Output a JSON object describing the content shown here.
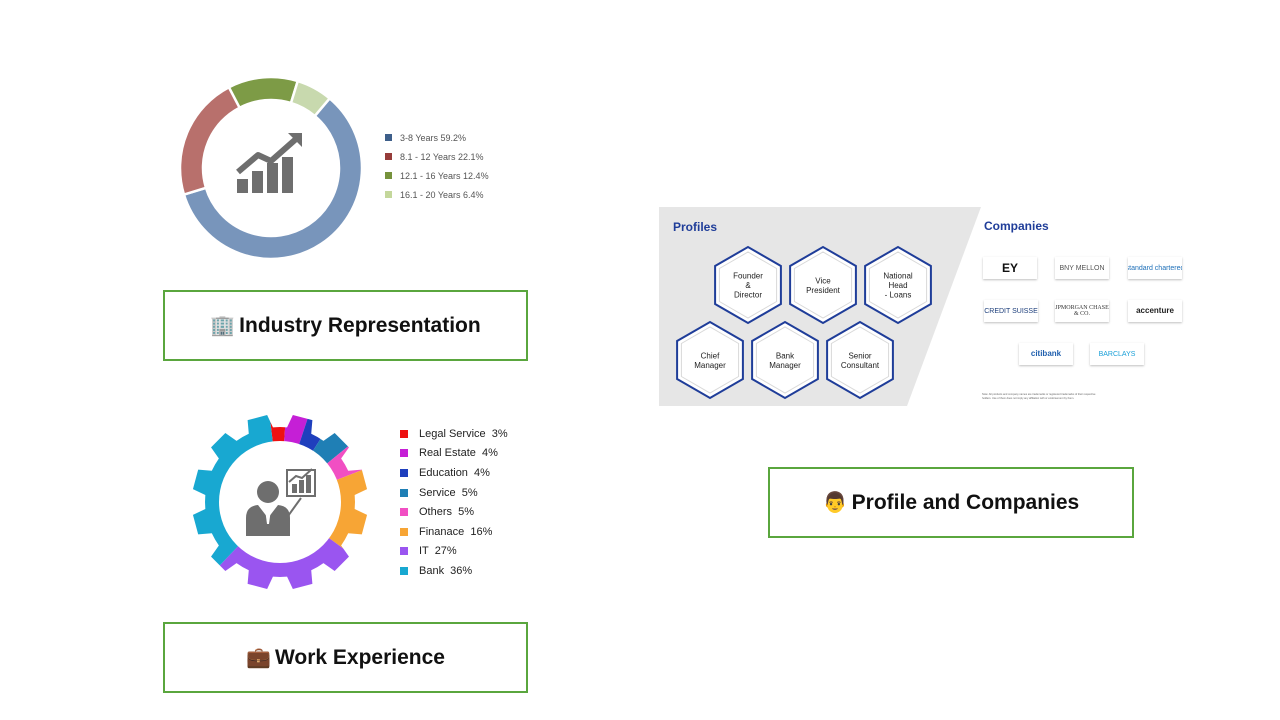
{
  "captions": {
    "industry": {
      "emoji": "🏢",
      "label": "Industry Representation"
    },
    "profile": {
      "emoji": "👨",
      "label": "Profile and Companies"
    },
    "work": {
      "emoji": "💼",
      "label": "Work Experience"
    }
  },
  "chart_data": [
    {
      "type": "pie",
      "donut": true,
      "center_icon": "growth-chart-icon",
      "categories": [
        "3-8 Years",
        "8.1 - 12 Years",
        "12.1 - 16 Years",
        "16.1 - 20 Years"
      ],
      "values": [
        59.2,
        22.1,
        12.4,
        6.4
      ],
      "colors": [
        "#7895bb",
        "#b8706c",
        "#7d9b46",
        "#c8d9ae"
      ],
      "legend_labels": [
        "3-8 Years 59.2%",
        "8.1 - 12 Years 22.1%",
        "12.1 - 16 Years 12.4%",
        "16.1 - 20 Years 6.4%"
      ],
      "legend_colors": [
        "#3e5f8a",
        "#963c3a",
        "#76923c",
        "#c4d79b"
      ],
      "legend_position": "right"
    },
    {
      "type": "pie",
      "shape": "gear",
      "center_icon": "business-person-icon",
      "categories": [
        "Legal Service",
        "Real Estate",
        "Education",
        "Service",
        "Others",
        "Finanace",
        "IT",
        "Bank"
      ],
      "values": [
        3,
        4,
        4,
        5,
        5,
        16,
        27,
        36
      ],
      "colors": [
        "#ee1111",
        "#c51fd6",
        "#1f3fbd",
        "#1f7fb5",
        "#f14fc3",
        "#f7a535",
        "#9a55f0",
        "#18a8d1"
      ],
      "legend_labels": [
        "Legal Service  3%",
        "Real Estate  4%",
        "Education  4%",
        "Service  5%",
        "Others  5%",
        "Finanace  16%",
        "IT  27%",
        "Bank  36%"
      ],
      "legend_position": "right"
    }
  ],
  "panel": {
    "profiles_title": "Profiles",
    "companies_title": "Companies",
    "profiles": [
      {
        "lines": [
          "Founder",
          "&",
          "Director"
        ]
      },
      {
        "lines": [
          "Vice",
          "President"
        ]
      },
      {
        "lines": [
          "National",
          "Head",
          "- Loans"
        ]
      },
      {
        "lines": [
          "Chief",
          "Manager"
        ]
      },
      {
        "lines": [
          "Bank",
          "Manager"
        ]
      },
      {
        "lines": [
          "Senior",
          "Consultant"
        ]
      }
    ],
    "companies": [
      {
        "name": "EY",
        "color": "#111111"
      },
      {
        "name": "BNY MELLON",
        "color": "#555555"
      },
      {
        "name": "standard chartered",
        "color": "#1d6fb8"
      },
      {
        "name": "CREDIT SUISSE",
        "color": "#1b3d7a"
      },
      {
        "name": "JPMORGAN CHASE & CO.",
        "color": "#333333"
      },
      {
        "name": "accenture",
        "color": "#222222"
      },
      {
        "name": "citibank",
        "color": "#1f5fae"
      },
      {
        "name": "BARCLAYS",
        "color": "#1aa0d8"
      }
    ],
    "footnote": "Note: All products and company names are trademarks or registered trademarks of their respective holders. Use of them does not imply any affiliation with or endorsement by them.",
    "colors": {
      "hex_border": "#1f3d99",
      "title": "#1f3d99",
      "panel_bg": "#e6e6e6"
    }
  }
}
